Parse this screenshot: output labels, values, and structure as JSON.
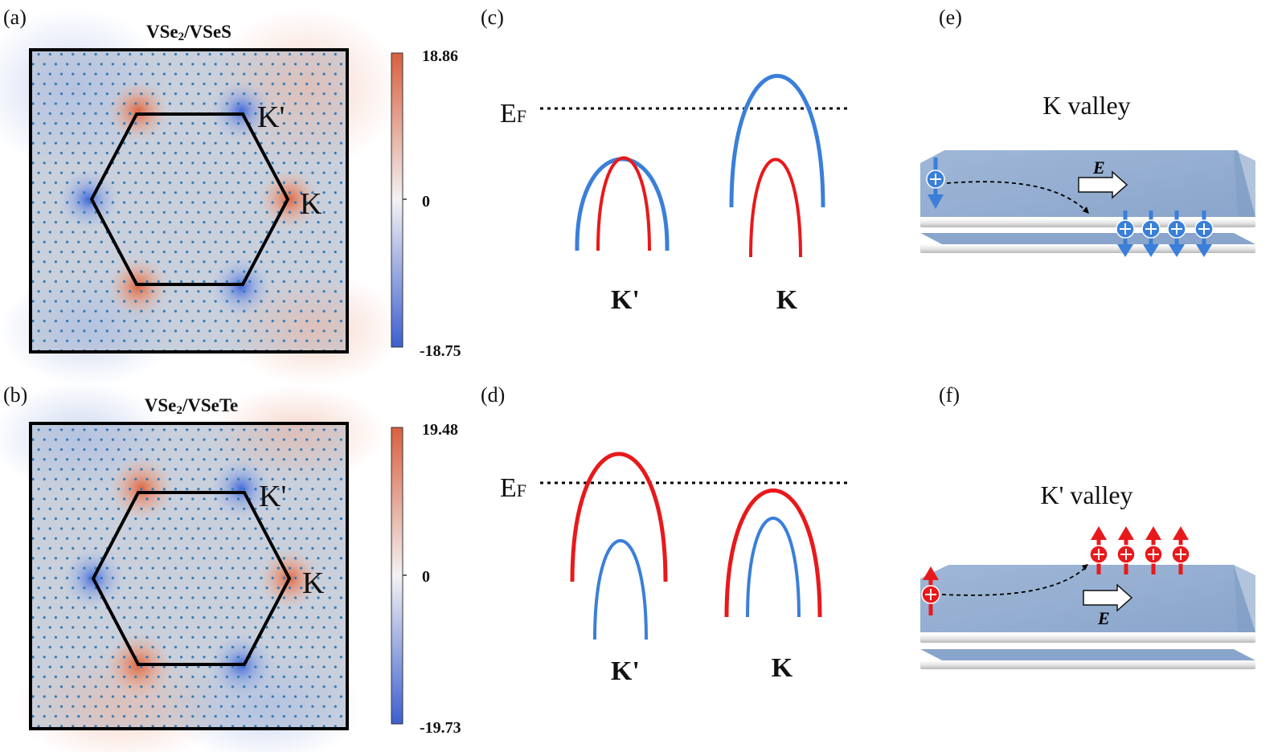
{
  "panels": {
    "a": {
      "label": "(a)",
      "title": "VSe2/VSeS",
      "title_main": "VSe",
      "title_sub": "2",
      "title_rest": "/VSeS",
      "kprime_label": "K'",
      "k_label": "K",
      "colorbar": {
        "max": "18.86",
        "mid": "0",
        "min": "-18.75"
      }
    },
    "b": {
      "label": "(b)",
      "title": "VSe2/VSeTe",
      "title_main": "VSe",
      "title_sub": "2",
      "title_rest": "/VSeTe",
      "kprime_label": "K'",
      "k_label": "K",
      "colorbar": {
        "max": "19.48",
        "mid": "0",
        "min": "-19.73"
      }
    },
    "c": {
      "label": "(c)",
      "fermi_main": "E",
      "fermi_sub": "F",
      "kprime_label": "K'",
      "k_label": "K"
    },
    "d": {
      "label": "(d)",
      "fermi_main": "E",
      "fermi_sub": "F",
      "kprime_label": "K'",
      "k_label": "K"
    },
    "e": {
      "label": "(e)",
      "title": "K valley",
      "field_label": "E"
    },
    "f": {
      "label": "(f)",
      "title": "K' valley",
      "field_label": "E"
    }
  },
  "colors": {
    "spin_down_blue": "#3a7fd9",
    "spin_up_red": "#e8191b",
    "colormap_high": "#d9603f",
    "colormap_low": "#3d5fd0",
    "layer": "#94aed0"
  }
}
